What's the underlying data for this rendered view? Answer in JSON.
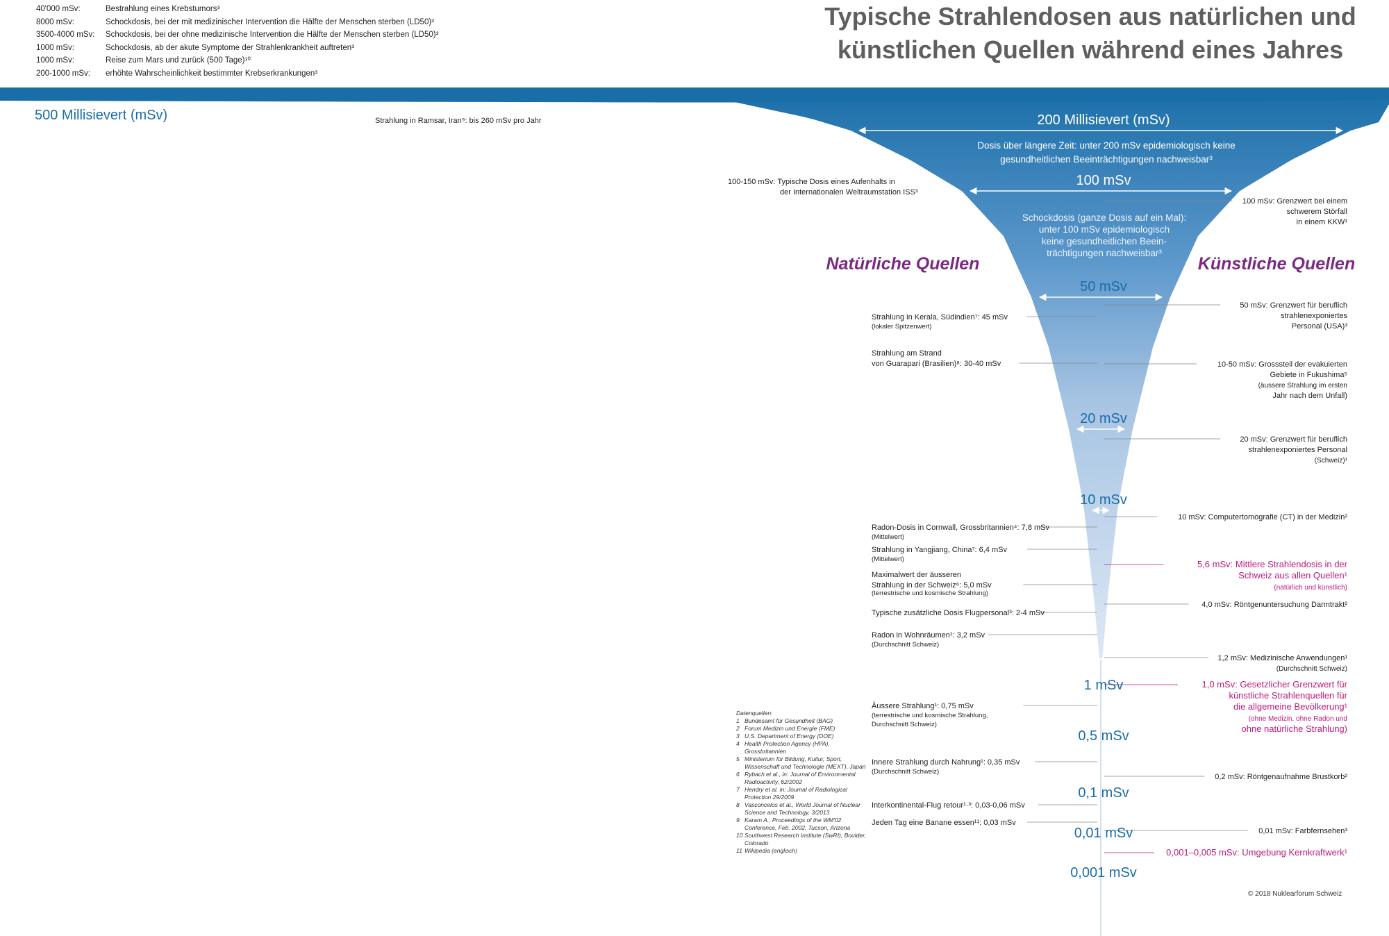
{
  "title_line1": "Typische Strahlendosen aus natürlichen und",
  "title_line2": "künstlichen Quellen während eines Jahres",
  "high_doses": [
    {
      "dose": "40'000 mSv:",
      "text": "Bestrahlung eines Krebstumors³"
    },
    {
      "dose": "8000 mSv:",
      "text": "Schockdosis, bei der mit medizinischer Intervention die Hälfte der Menschen sterben (LD50)³"
    },
    {
      "dose": "3500-4000 mSv:",
      "text": "Schockdosis, bei der ohne medizinische Intervention die Hälfte der Menschen sterben (LD50)³"
    },
    {
      "dose": "1000 mSv:",
      "text": "Schockdosis, ab der akute Symptome der Strahlenkrankheit auftreten³"
    },
    {
      "dose": "1000 mSv:",
      "text": "Reise zum Mars und zurück (500 Tage)¹⁰"
    },
    {
      "dose": "200-1000 mSv:",
      "text": "erhöhte Wahrscheinlichkeit bestimmter Krebserkrankungen³"
    }
  ],
  "scale": {
    "top_label": "500 Millisievert (mSv)",
    "levels": [
      {
        "value": 200,
        "label": "200 Millisievert (mSv)"
      },
      {
        "value": 100,
        "label": "100 mSv"
      },
      {
        "value": 50,
        "label": "50 mSv"
      },
      {
        "value": 20,
        "label": "20 mSv"
      },
      {
        "value": 10,
        "label": "10 mSv"
      },
      {
        "value": 1,
        "label": "1 mSv"
      },
      {
        "value": 0.5,
        "label": "0,5 mSv"
      },
      {
        "value": 0.1,
        "label": "0,1 mSv"
      },
      {
        "value": 0.01,
        "label": "0,01 mSv"
      },
      {
        "value": 0.001,
        "label": "0,001 mSv"
      }
    ],
    "note_200_line1": "Dosis über längere Zeit: unter 200 mSv epidemiologisch keine",
    "note_200_line2": "gesundheitlichen Beeinträchtigungen nachweisbar³",
    "note_100": [
      "Schockdosis (ganze Dosis auf ein Mal):",
      "unter 100 mSv epidemiologisch",
      "keine gesundheitlichen Beein-",
      "trächtigungen nachweisbar³"
    ]
  },
  "headings": {
    "natural": "Natürliche Quellen",
    "artificial": "Künstliche Quellen"
  },
  "ramsar": "Strahlung in Ramsar, Iran⁹:  bis 260 mSv pro Jahr",
  "natural": [
    {
      "value": 125,
      "lines": [
        "100-150 mSv: Typische Dosis eines Aufenhalts in",
        "der Internationalen Weltraumstation ISS³"
      ]
    },
    {
      "value": 45,
      "lines": [
        "Strahlung in Kerala, Südindien⁷:  45 mSv",
        "(lokaler Spitzenwert)"
      ]
    },
    {
      "value": 35,
      "lines": [
        "Strahlung am Strand",
        "von Guarapari (Brasilien)⁸:  30-40 mSv"
      ]
    },
    {
      "value": 7.8,
      "lines": [
        "Radon-Dosis in Cornwall, Grossbritannien⁴:  7,8 mSv",
        "(Mittelwert)"
      ]
    },
    {
      "value": 6.4,
      "lines": [
        "Strahlung in Yangjiang, China⁷:  6,4 mSv",
        "(Mittelwert)"
      ]
    },
    {
      "value": 5.0,
      "lines": [
        "Maximalwert der äusseren",
        "Strahlung in der Schweiz⁶:  5,0 mSv",
        "(terrestrische und kosmische Strahlung)"
      ]
    },
    {
      "value": 3.0,
      "lines": [
        "Typische zusätzliche Dosis Flugpersonal³:  2-4 mSv"
      ]
    },
    {
      "value": 3.2,
      "lines": [
        "Radon in Wohnräumen¹:  3,2 mSv",
        "(Durchschnitt Schweiz)"
      ]
    },
    {
      "value": 0.75,
      "lines": [
        "Äussere Strahlung¹:  0,75 mSv",
        "(terrestrische und kosmische Strahlung,",
        " Durchschnitt Schweiz)"
      ]
    },
    {
      "value": 0.35,
      "lines": [
        "Innere Strahlung durch Nahrung¹:  0,35 mSv",
        "(Durchschnitt Schweiz)"
      ]
    },
    {
      "value": 0.045,
      "lines": [
        "Interkontinental-Flug retour¹·³:  0,03-0,06 mSv"
      ]
    },
    {
      "value": 0.03,
      "lines": [
        "Jeden Tag eine Banane essen¹¹:  0,03 mSv"
      ]
    }
  ],
  "artificial": [
    {
      "value": 100,
      "highlight": false,
      "lines": [
        "100 mSv: Grenzwert bei einem",
        "schwerem Störfall",
        "in einem KKW¹"
      ]
    },
    {
      "value": 50,
      "highlight": false,
      "lines": [
        "50 mSv: Grenzwert für beruflich",
        "strahlenexponiertes",
        "Personal (USA)³"
      ]
    },
    {
      "value": 30,
      "highlight": false,
      "lines": [
        "10-50 mSv: Grosssteil der evakuierten",
        "Gebiete in Fukushima⁵",
        "(äussere Strahlung im ersten",
        "Jahr nach dem Unfall)"
      ]
    },
    {
      "value": 20,
      "highlight": false,
      "lines": [
        "20 mSv: Grenzwert für beruflich",
        "strahlenexponiertes Personal",
        "(Schweiz)¹"
      ]
    },
    {
      "value": 10,
      "highlight": false,
      "lines": [
        "10 mSv: Computertomografie (CT) in der Medizin²"
      ]
    },
    {
      "value": 5.6,
      "highlight": true,
      "lines": [
        "5,6 mSv: Mittlere Strahlendosis in der",
        "Schweiz aus allen Quellen¹",
        "(natürlich und künstlich)"
      ]
    },
    {
      "value": 4.0,
      "highlight": false,
      "lines": [
        "4,0 mSv: Röntgenuntersuchung Darmtrakt²"
      ]
    },
    {
      "value": 1.2,
      "highlight": false,
      "lines": [
        "1,2 mSv: Medizinische Anwendungen¹",
        "(Durchschnitt Schweiz)"
      ]
    },
    {
      "value": 1.0,
      "highlight": true,
      "lines": [
        "1,0 mSv: Gesetzlicher Grenzwert für",
        "künstliche Strahlenquellen für",
        "die allgemeine Bevölkerung¹",
        "(ohne Medizin, ohne Radon und",
        "ohne natürliche Strahlung)"
      ]
    },
    {
      "value": 0.2,
      "highlight": false,
      "lines": [
        "0,2 mSv: Röntgenaufnahme Brustkorb²"
      ]
    },
    {
      "value": 0.01,
      "highlight": false,
      "lines": [
        "0,01 mSv: Farbfernsehen³"
      ]
    },
    {
      "value": 0.003,
      "highlight": true,
      "lines": [
        "0,001–0,005 mSv: Umgebung Kernkraftwerk¹"
      ]
    }
  ],
  "sources_title": "Datenquellen:",
  "sources": [
    {
      "n": "1",
      "text": "Bundesamt für Gesundheit (BAG)"
    },
    {
      "n": "2",
      "text": "Forum Medizin und Energie (FME)"
    },
    {
      "n": "3",
      "text": "U.S. Department of Energy (DOE)"
    },
    {
      "n": "4",
      "text": "Health Protection Agency (HPA), Grossbritannien"
    },
    {
      "n": "5",
      "text": "Ministerium für Bildung, Kultur, Sport, Wissenschaft und Technologie (MEXT), Japan"
    },
    {
      "n": "6",
      "text": "Rybach et al., in: Journal of Environmental Radioactivity, 62/2002"
    },
    {
      "n": "7",
      "text": "Hendry et al. in: Journal of Radiological Protection 29/2009"
    },
    {
      "n": "8",
      "text": "Vasconcelos et al., World Journal of Nuclear Science and Technology, 3/2013"
    },
    {
      "n": "9",
      "text": "Karam A., Proceedings of the WM'02 Conference, Feb. 2002, Tucson, Arizona"
    },
    {
      "n": "10",
      "text": "Southwest Research Institute (SwRI), Boulder, Colorado"
    },
    {
      "n": "11",
      "text": "Wikipedia (englisch)"
    }
  ],
  "copyright": "© 2018 Nuklearforum Schweiz",
  "colors": {
    "blue": "#1a6ea8",
    "blue_light": "#cfdff0",
    "magenta": "#c0197a",
    "purple": "#7b2a84",
    "grey": "#5f5f5f"
  }
}
